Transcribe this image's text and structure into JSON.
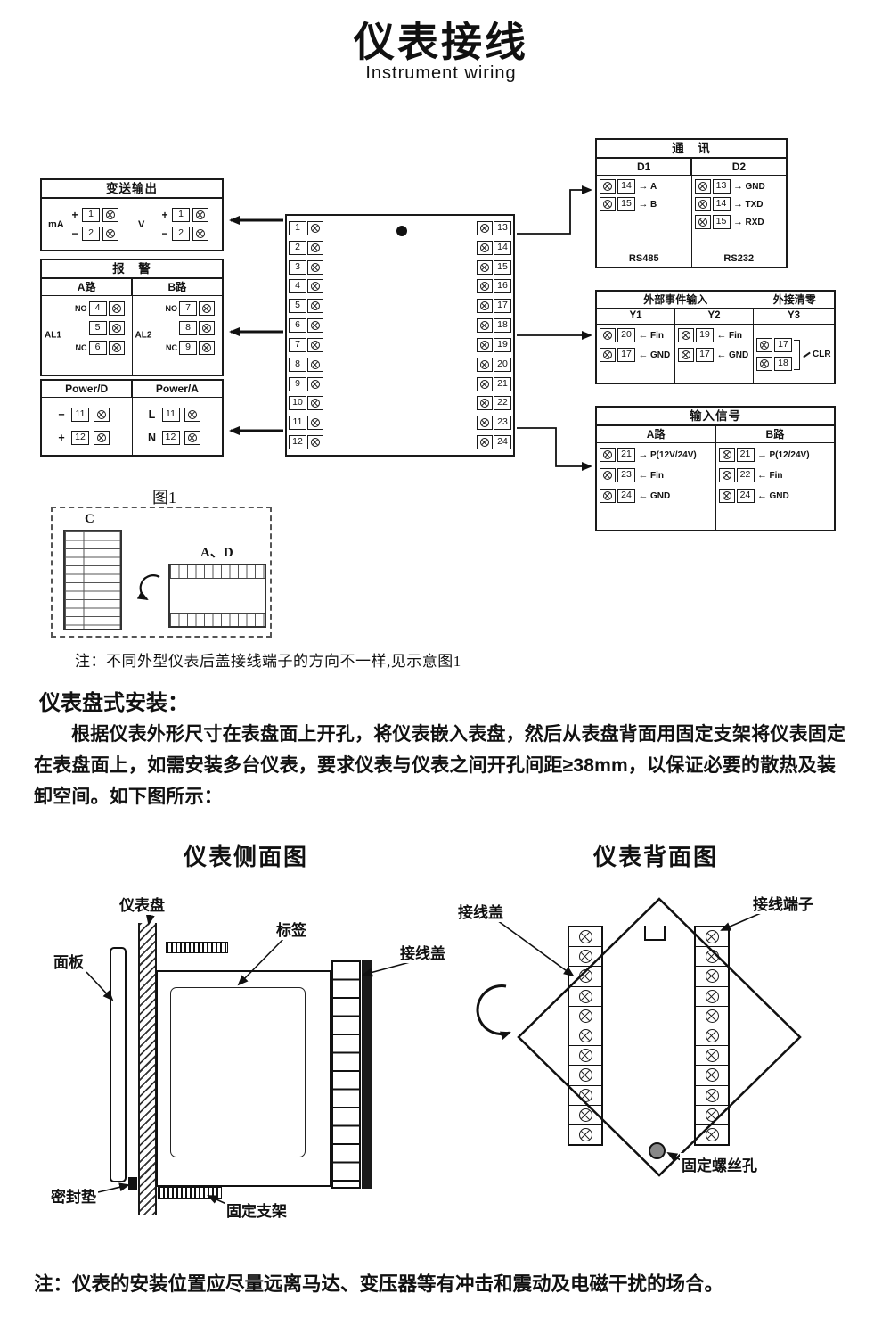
{
  "page": {
    "title": "仪表接线",
    "subtitle": "Instrument wiring"
  },
  "wiring": {
    "transmit": {
      "title": "变送输出",
      "groups": [
        {
          "label": "mA",
          "rows": [
            {
              "sign": "+",
              "num": "1"
            },
            {
              "sign": "−",
              "num": "2"
            }
          ]
        },
        {
          "label": "V",
          "rows": [
            {
              "sign": "+",
              "num": "1"
            },
            {
              "sign": "−",
              "num": "2"
            }
          ]
        }
      ]
    },
    "alarm": {
      "title": "报　警",
      "col_a": "A路",
      "col_b": "B路",
      "relay_a": "AL1",
      "relay_b": "AL2",
      "a_rows": [
        {
          "tag": "NO",
          "num": "4"
        },
        {
          "tag": "",
          "num": "5"
        },
        {
          "tag": "NC",
          "num": "6"
        }
      ],
      "b_rows": [
        {
          "tag": "NO",
          "num": "7"
        },
        {
          "tag": "",
          "num": "8"
        },
        {
          "tag": "NC",
          "num": "9"
        }
      ]
    },
    "power": {
      "col_d": "Power/D",
      "col_a": "Power/A",
      "d_rows": [
        {
          "sign": "−",
          "num": "11"
        },
        {
          "sign": "+",
          "num": "12"
        }
      ],
      "a_rows": [
        {
          "sign": "L",
          "num": "11"
        },
        {
          "sign": "N",
          "num": "12"
        }
      ]
    },
    "central": {
      "left": [
        "1",
        "2",
        "3",
        "4",
        "5",
        "6",
        "7",
        "8",
        "9",
        "10",
        "11",
        "12"
      ],
      "right": [
        "13",
        "14",
        "15",
        "16",
        "17",
        "18",
        "19",
        "20",
        "21",
        "22",
        "23",
        "24"
      ]
    },
    "comm": {
      "title": "通　讯",
      "col1": "D1",
      "col2": "D2",
      "d1_rows": [
        {
          "num": "14",
          "arrow": "→",
          "label": "A"
        },
        {
          "num": "15",
          "arrow": "→",
          "label": "B"
        }
      ],
      "d1_name": "RS485",
      "d2_rows": [
        {
          "num": "13",
          "arrow": "→",
          "label": "GND"
        },
        {
          "num": "14",
          "arrow": "→",
          "label": "TXD"
        },
        {
          "num": "15",
          "arrow": "→",
          "label": "RXD"
        }
      ],
      "d2_name": "RS232"
    },
    "event": {
      "title_left": "外部事件输入",
      "title_right": "外接清零",
      "col1": "Y1",
      "col2": "Y2",
      "col3": "Y3",
      "y1_rows": [
        {
          "num": "20",
          "arrow": "←",
          "label": "Fin"
        },
        {
          "num": "17",
          "arrow": "←",
          "label": "GND"
        }
      ],
      "y2_rows": [
        {
          "num": "19",
          "arrow": "←",
          "label": "Fin"
        },
        {
          "num": "17",
          "arrow": "←",
          "label": "GND"
        }
      ],
      "y3_terms": [
        "17",
        "18"
      ],
      "y3_label": "CLR"
    },
    "input": {
      "title": "输入信号",
      "col_a": "A路",
      "col_b": "B路",
      "a_rows": [
        {
          "num": "21",
          "arrow": "→",
          "label": "P(12V/24V)"
        },
        {
          "num": "23",
          "arrow": "←",
          "label": "Fin"
        },
        {
          "num": "24",
          "arrow": "←",
          "label": "GND"
        }
      ],
      "b_rows": [
        {
          "num": "21",
          "arrow": "→",
          "label": "P(12/24V)"
        },
        {
          "num": "22",
          "arrow": "←",
          "label": "Fin"
        },
        {
          "num": "24",
          "arrow": "←",
          "label": "GND"
        }
      ]
    }
  },
  "figure1": {
    "caption": "图1",
    "label_c": "C",
    "label_ad": "A、D"
  },
  "note1": "注：不同外型仪表后盖接线端子的方向不一样,见示意图1",
  "install": {
    "heading": "仪表盘式安装：",
    "paragraph": "根据仪表外形尺寸在表盘面上开孔，将仪表嵌入表盘，然后从表盘背面用固定支架将仪表固定在表盘面上，如需安装多台仪表，要求仪表与仪表之间开孔间距≥38mm，以保证必要的散热及装卸空间。如下图所示："
  },
  "side_view": {
    "title": "仪表侧面图",
    "labels": {
      "panel_board": "仪表盘",
      "front_panel": "面板",
      "tag": "标签",
      "cover": "接线盖",
      "gasket": "密封垫",
      "bracket": "固定支架"
    }
  },
  "back_view": {
    "title": "仪表背面图",
    "labels": {
      "cover": "接线盖",
      "terminals": "接线端子",
      "screw_hole": "固定螺丝孔"
    }
  },
  "note2": "注：仪表的安装位置应尽量远离马达、变压器等有冲击和震动及电磁干扰的场合。"
}
